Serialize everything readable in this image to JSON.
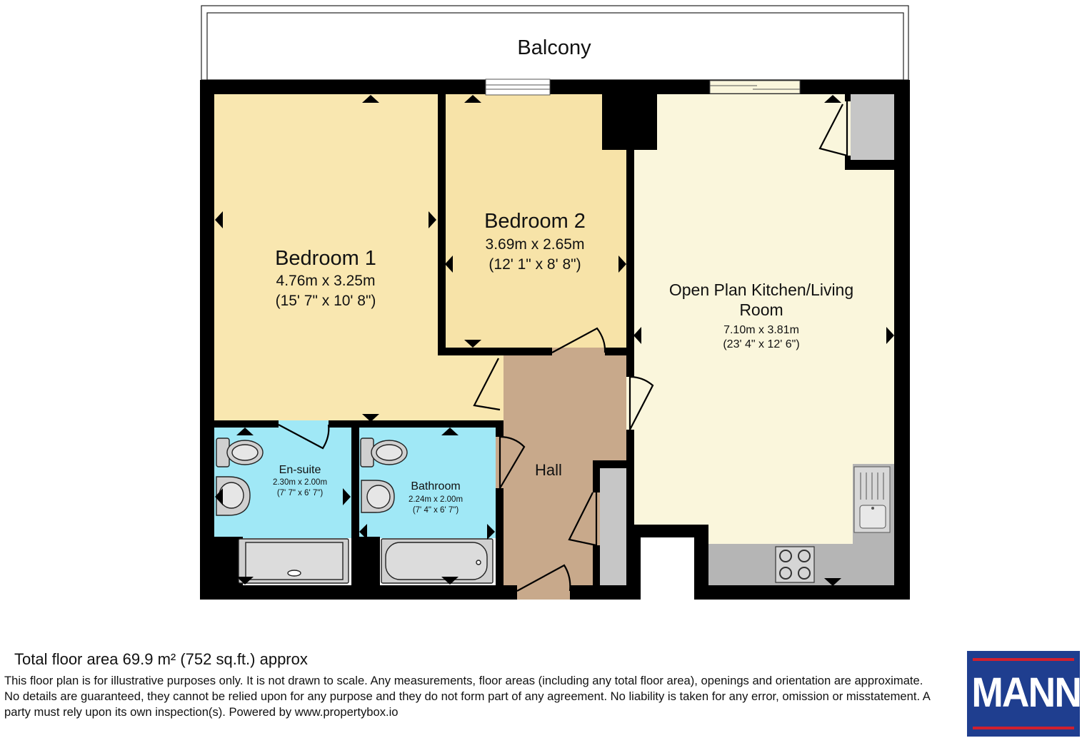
{
  "rooms": {
    "balcony": {
      "name": "Balcony"
    },
    "bedroom1": {
      "name": "Bedroom 1",
      "metric": "4.76m x 3.25m",
      "imperial": "(15' 7\" x 10' 8\")"
    },
    "bedroom2": {
      "name": "Bedroom 2",
      "metric": "3.69m x 2.65m",
      "imperial": "(12' 1\" x 8' 8\")"
    },
    "living": {
      "name_line1": "Open Plan Kitchen/Living",
      "name_line2": "Room",
      "metric": "7.10m x 3.81m",
      "imperial": "(23' 4\" x 12' 6\")"
    },
    "ensuite": {
      "name": "En-suite",
      "metric": "2.30m x 2.00m",
      "imperial": "(7' 7\" x 6' 7\")"
    },
    "bathroom": {
      "name": "Bathroom",
      "metric": "2.24m x 2.00m",
      "imperial": "(7' 4\" x 6' 7\")"
    },
    "hall": {
      "name": "Hall"
    }
  },
  "footer": {
    "total_area": "Total floor area 69.9 m² (752 sq.ft.) approx",
    "disclaimer": "This floor plan is for illustrative purposes only. It is not drawn to scale. Any measurements, floor areas (including any total floor area), openings and orientation are approximate. No details are guaranteed, they cannot be relied upon for any purpose and they do not form part of any agreement. No liability is taken for any error, omission or misstatement. A party must rely upon its own inspection(s). Powered by www.propertybox.io"
  },
  "logo": {
    "text": "MANN"
  },
  "colors": {
    "wall": "#000000",
    "bedroom1": "#f9e7b0",
    "bedroom2": "#f7e3a8",
    "living": "#faf6dc",
    "wet_rooms": "#a0e8f6",
    "hall": "#c8a98b",
    "fixture": "#c6c6c6",
    "logo_blue": "#1f3e8f",
    "logo_red": "#d0202e"
  }
}
